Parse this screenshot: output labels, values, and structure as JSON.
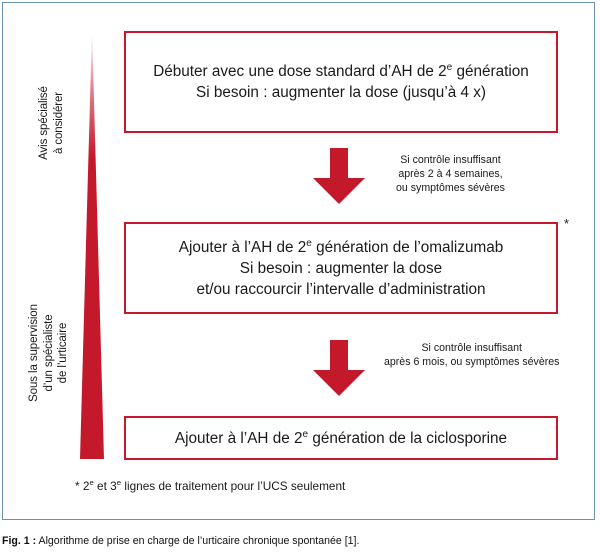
{
  "figure": {
    "caption_label": "Fig. 1 :",
    "caption_text": " Algorithme de prise en charge de l’urticaire chronique spontanée [1].",
    "footnote": "* 2e et 3e lignes de traitement pour l’UCS seulement",
    "asterisk_marker": "*",
    "accent_color": "#c3192b",
    "border_color": "#6a93b0"
  },
  "axis": {
    "top_label": {
      "line1": "Avis spécialisé",
      "line2": "à considérer"
    },
    "bottom_label": {
      "line1": "Sous la supervision",
      "line2": "d’un spécialiste",
      "line3": "de l’urticaire"
    }
  },
  "steps": [
    {
      "line1": "Débuter avec une dose standard d’AH de 2e génération",
      "line2": "Si besoin : augmenter la dose (jusqu’à 4 x)"
    },
    {
      "line1": "Ajouter à l’AH de 2e génération de l’omalizumab",
      "line2": "Si besoin : augmenter la dose",
      "line3": "et/ou raccourcir l’intervalle d’administration"
    },
    {
      "line1": "Ajouter à l’AH de 2e génération de la ciclosporine"
    }
  ],
  "transitions": [
    {
      "line1": "Si contrôle insuffisant",
      "line2": "après 2 à 4 semaines,",
      "line3": "ou symptômes sévères"
    },
    {
      "line1": "Si contrôle insuffisant",
      "line2": "après 6 mois, ou symptômes sévères"
    }
  ]
}
